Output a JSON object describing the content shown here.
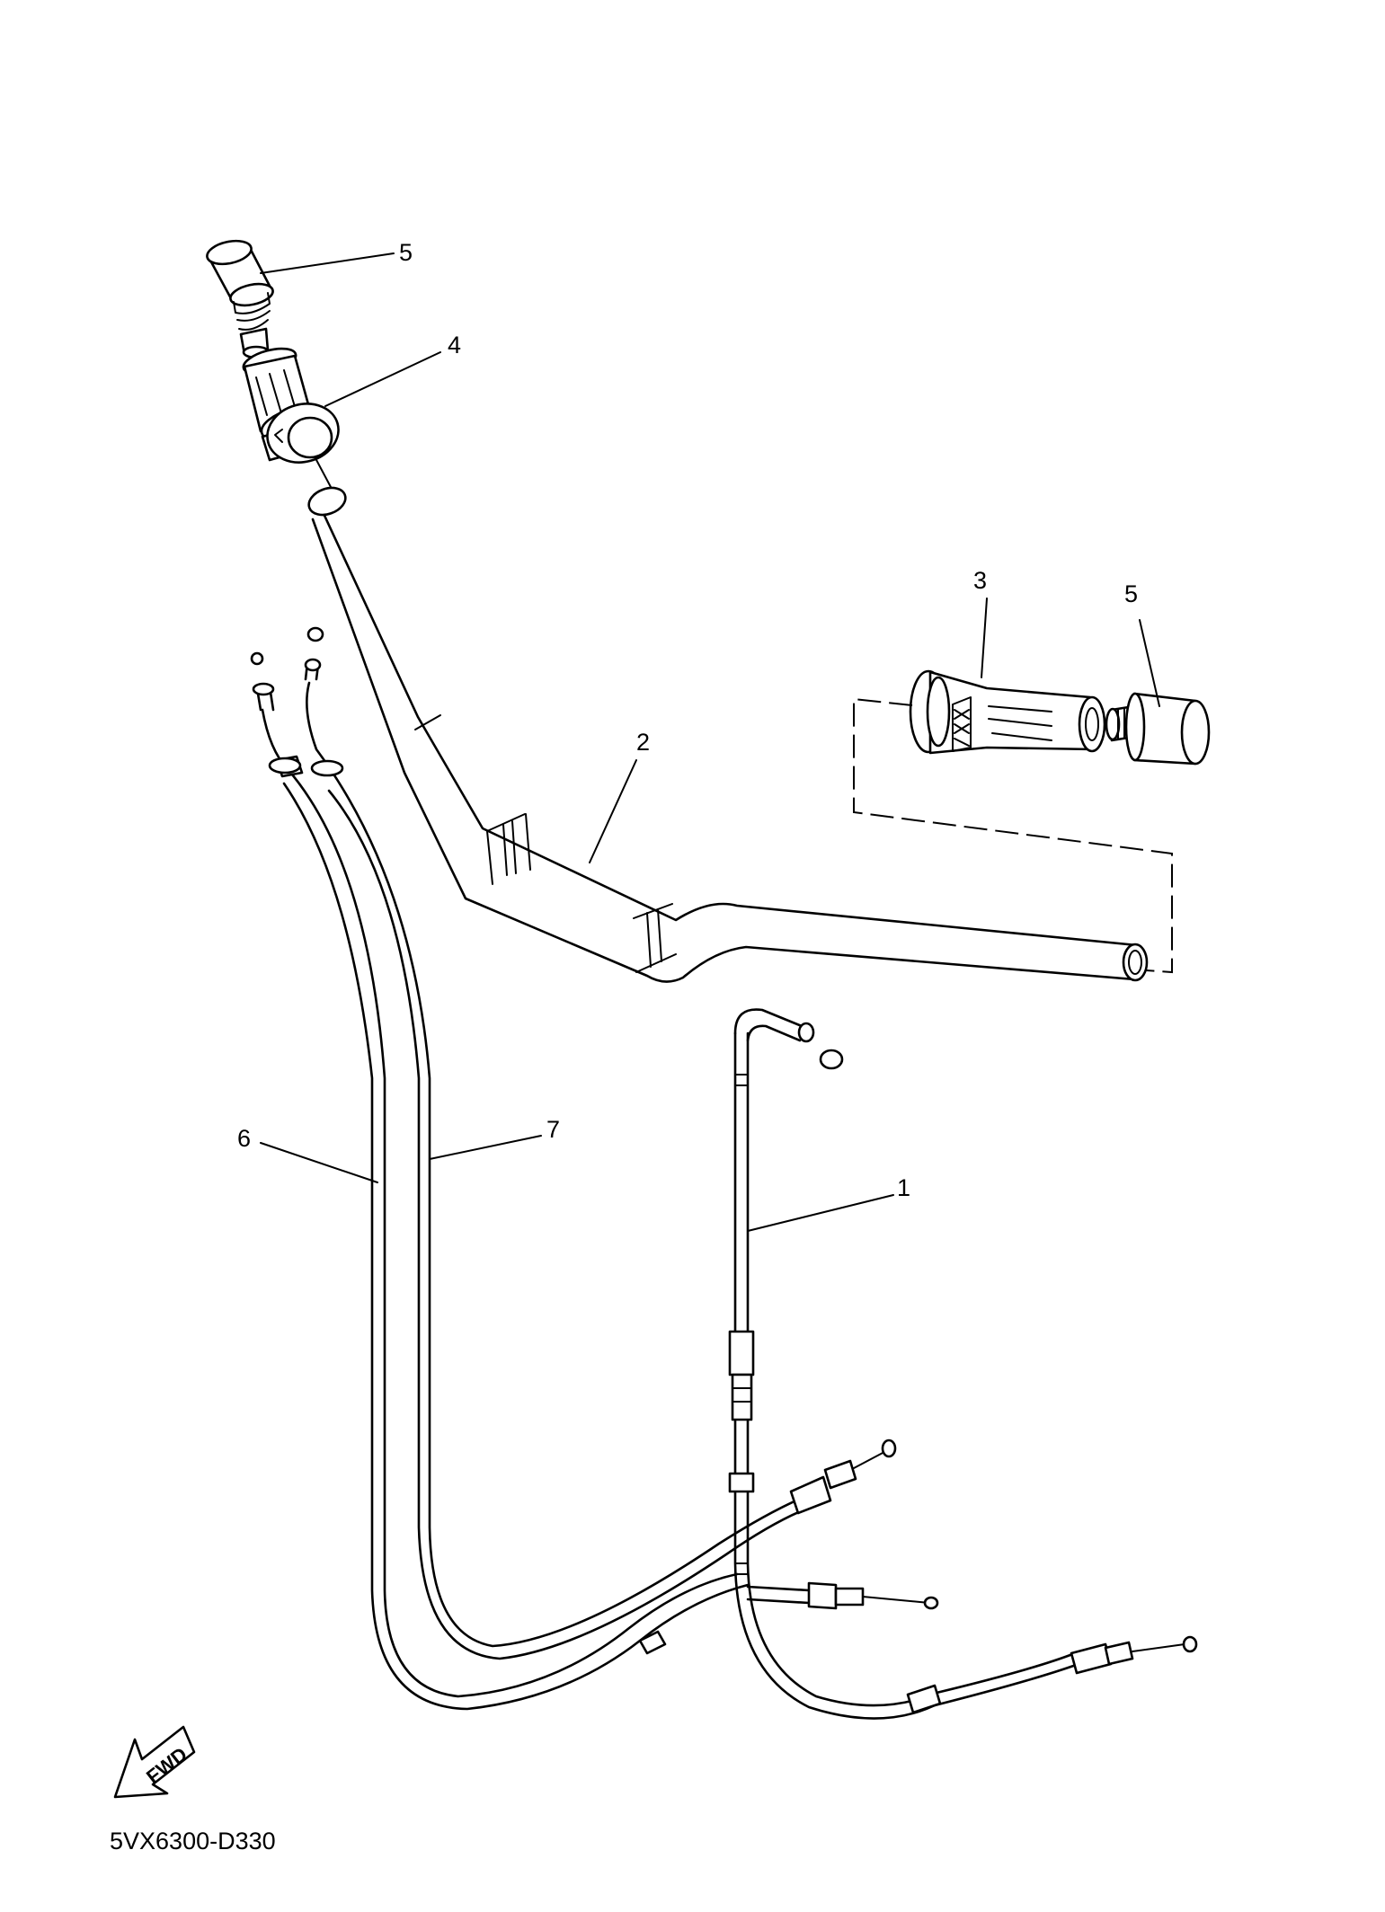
{
  "callouts": {
    "c1": "1",
    "c2": "2",
    "c3": "3",
    "c4": "4",
    "c5a": "5",
    "c5b": "5",
    "c6": "6",
    "c7": "7"
  },
  "direction_label": "FWD",
  "diagram_code": "5VX6300-D330",
  "icons": {
    "direction": "fwd-arrow-icon"
  },
  "colors": {
    "line": "#000000",
    "background": "#ffffff"
  }
}
